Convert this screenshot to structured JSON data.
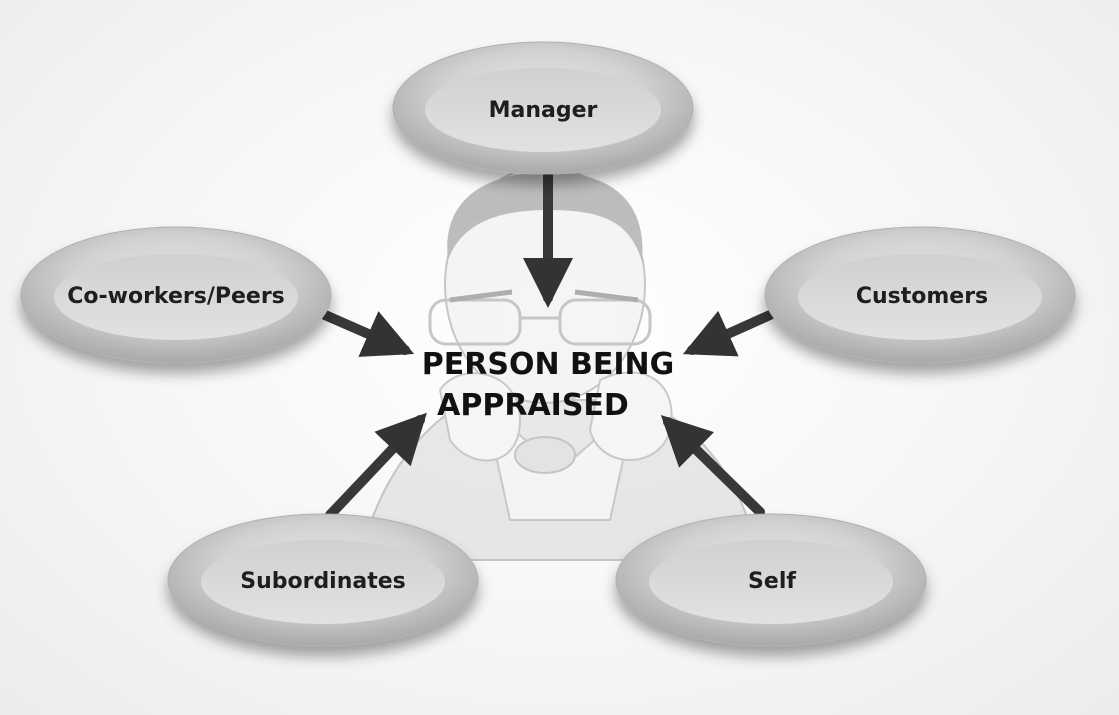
{
  "diagram": {
    "center": {
      "line1": "PERSON BEING",
      "line2": "APPRAISED",
      "illustration": "stressed-person-illustration"
    },
    "sources": {
      "manager": "Manager",
      "peers": "Co-workers/Peers",
      "customers": "Customers",
      "subordinates": "Subordinates",
      "self": "Self"
    }
  },
  "colors": {
    "ellipse_outer": "#c9c9c9",
    "ellipse_inner": "#d9d9d9",
    "arrow": "#3a3a3a",
    "label": "#1e1e1e"
  }
}
